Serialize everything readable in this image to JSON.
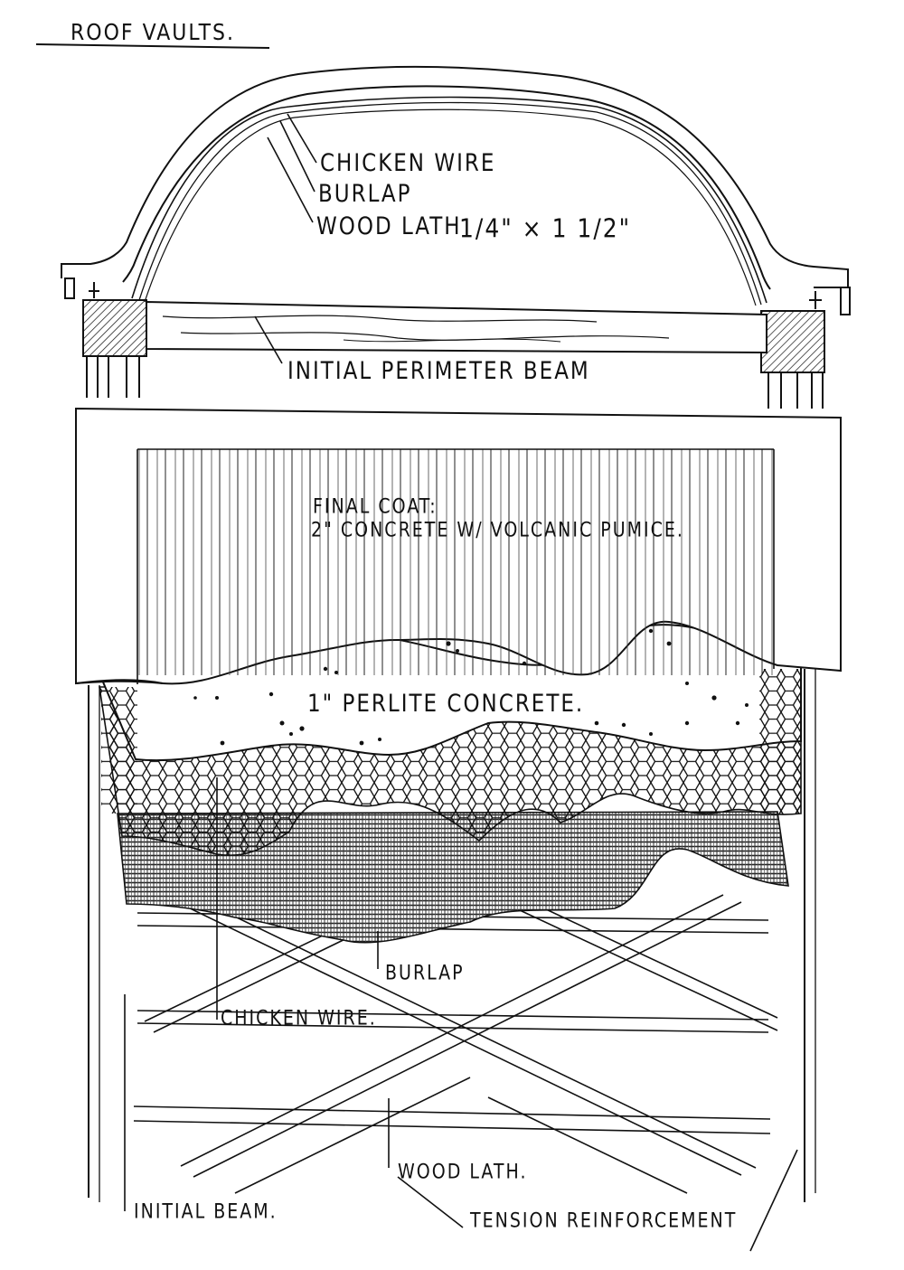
{
  "title": "ROOF VAULTS.",
  "labels": {
    "chicken_wire_top": "CHICKEN WIRE",
    "burlap_top": "BURLAP",
    "wood_lath_top": "WOOD LATH",
    "wood_lath_dims": "1/4\" × 1 1/2\"",
    "initial_perimeter_beam": "INITIAL PERIMETER BEAM",
    "final_coat_line1": "FINAL COAT:",
    "final_coat_line2": "2\" CONCRETE W/ VOLCANIC PUMICE.",
    "perlite_concrete": "1\" PERLITE CONCRETE.",
    "burlap": "BURLAP",
    "chicken_wire": "CHICKEN WIRE.",
    "wood_lath": "WOOD LATH.",
    "initial_beam": "INITIAL BEAM.",
    "tension_reinforcement": "TENSION REINFORCEMENT"
  },
  "colors": {
    "ink": "#111111",
    "paper": "#ffffff"
  }
}
